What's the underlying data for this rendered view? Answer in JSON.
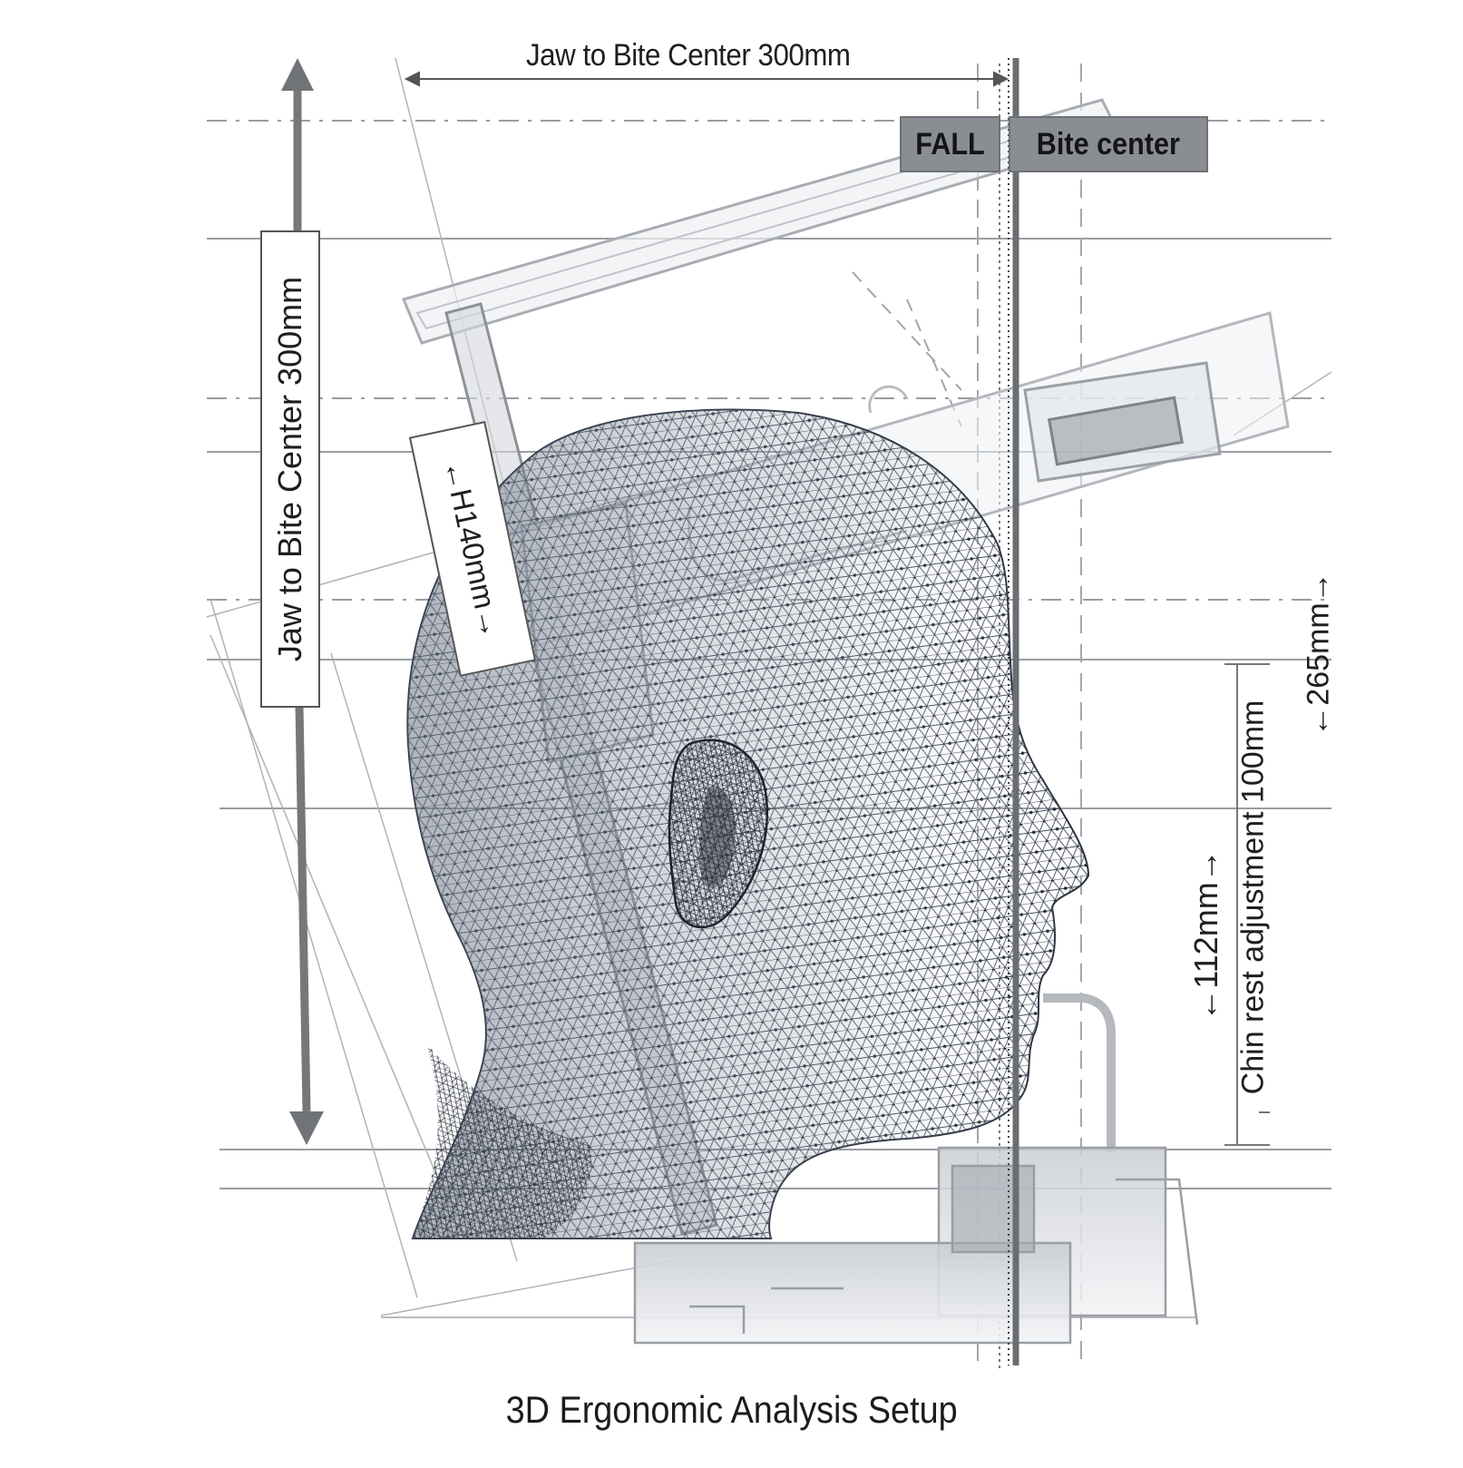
{
  "diagram": {
    "top_dimension": "Jaw to Bite Center 300mm",
    "left_dimension": "Jaw to Bite Center 300mm",
    "tags": {
      "fall": "FALL",
      "bite_center": "Bite center"
    },
    "h140_label": "←H140mm→",
    "right_dimension_265": "←265mm→",
    "chin_rest_label": "Chin rest adjustment 100mm",
    "dim_112_label": "←112mm→",
    "caption": "3D Ergonomic Analysis Setup",
    "colors": {
      "mesh": "#3a4250",
      "tag_fill": "#8a8e93",
      "guide_line": "#9a9da2",
      "apparatus": "#c7cbd0",
      "axis": "#6a6d72"
    }
  }
}
